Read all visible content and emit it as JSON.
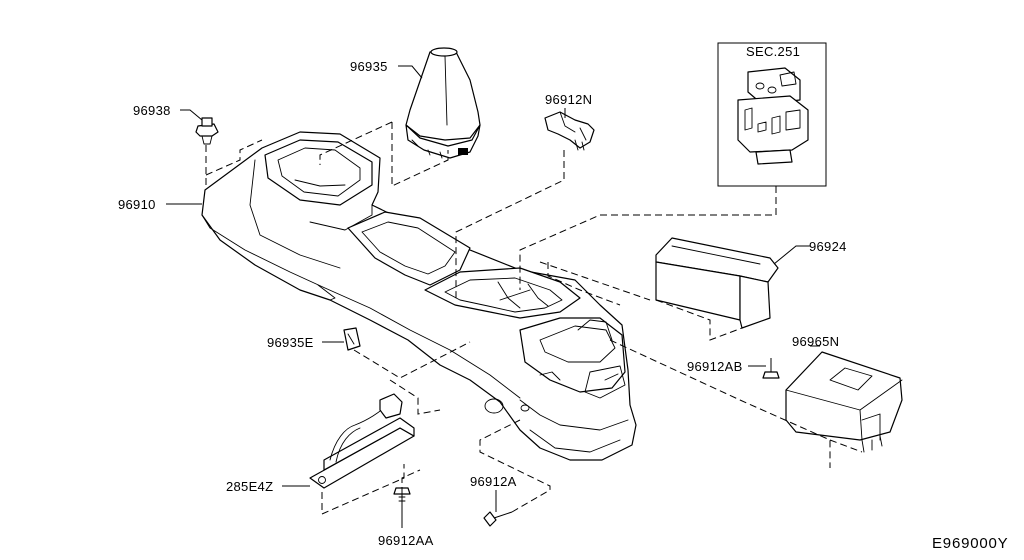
{
  "diagram": {
    "drawing_code": "E969000Y",
    "callouts": {
      "c96935": "96935",
      "c96938": "96938",
      "c96912N": "96912N",
      "c96910": "96910",
      "c96924": "96924",
      "c96935E": "96935E",
      "c96912AB": "96912AB",
      "c96965N": "96965N",
      "c285E4Z": "285E4Z",
      "c96912A": "96912A",
      "c96912AA": "96912AA"
    },
    "reference_box": {
      "label": "SEC.251"
    }
  }
}
